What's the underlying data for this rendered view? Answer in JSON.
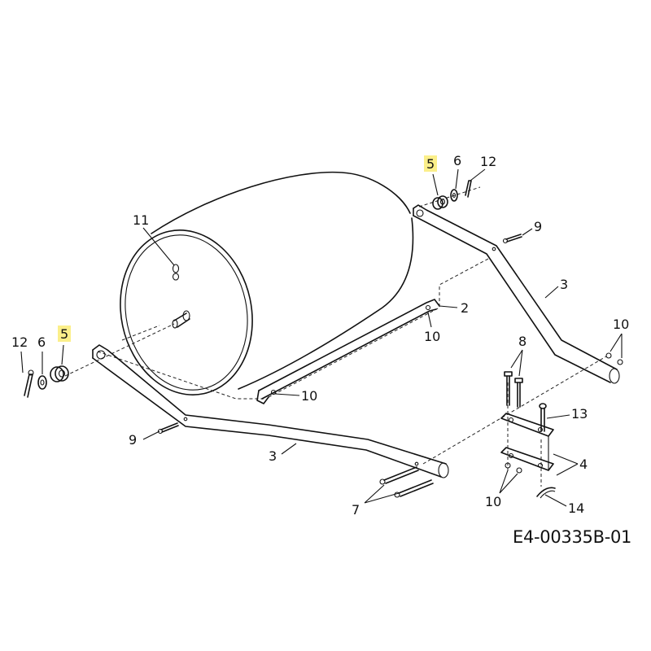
{
  "labels": {
    "l11": "11",
    "l12_left": "12",
    "l6_left": "6",
    "l5_left": "5",
    "l5_right": "5",
    "l6_right": "6",
    "l12_right": "12",
    "l9_right": "9",
    "l3_right": "3",
    "l2": "2",
    "l10_bracket_top": "10",
    "l10_right_end": "10",
    "l8": "8",
    "l13": "13",
    "l4": "4",
    "l10_bracket_bottom": "10",
    "l14": "14",
    "l10_bar_bottom": "10",
    "l9_left": "9",
    "l3_left": "3",
    "l7": "7"
  },
  "highlight_color": "#fbef8a",
  "drawing_code": "E4-00335B-01"
}
